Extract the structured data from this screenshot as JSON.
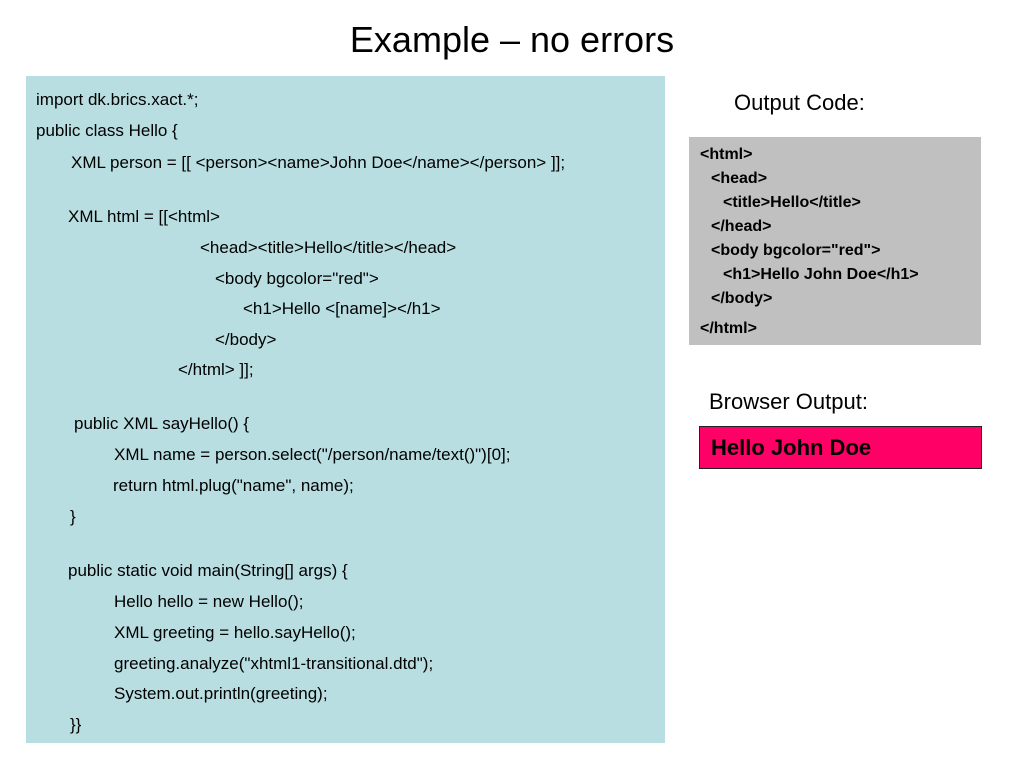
{
  "slide": {
    "title": "Example – no errors"
  },
  "code": {
    "lines": [
      "import dk.brics.xact.*;",
      "public class Hello {",
      "XML person = [[ <person><name>John Doe</name></person> ]];",
      "XML html = [[<html>",
      "<head><title>Hello</title></head>",
      "<body bgcolor=\"red\">",
      "<h1>Hello <[name]></h1>",
      "</body>",
      "</html> ]];",
      "public XML sayHello() {",
      "XML name = person.select(\"/person/name/text()\")[0];",
      "return html.plug(\"name\", name);",
      "}",
      "public static void main(String[] args) {",
      "Hello hello = new Hello();",
      "XML greeting = hello.sayHello();",
      "greeting.analyze(\"xhtml1-transitional.dtd\");",
      "System.out.println(greeting);",
      "}}"
    ]
  },
  "output_code": {
    "label": "Output Code:",
    "lines": [
      "<html>",
      "<head>",
      "<title>Hello</title>",
      "</head>",
      "<body bgcolor=\"red\">",
      "<h1>Hello John Doe</h1>",
      "</body>",
      "</html>"
    ]
  },
  "browser_output": {
    "label": "Browser Output:",
    "text": "Hello John Doe",
    "background_color": "#ff0066"
  },
  "colors": {
    "code_background": "#b8dee2",
    "output_background": "#c0c0c0"
  }
}
